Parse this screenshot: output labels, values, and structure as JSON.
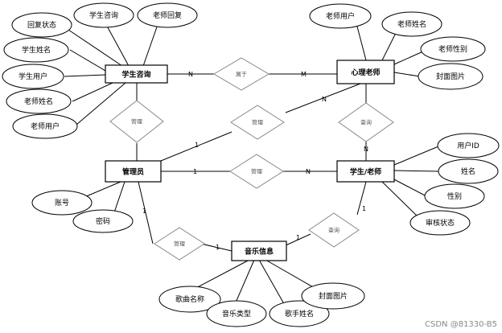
{
  "entities": {
    "consult": "学生咨询",
    "psych_teacher": "心理老师",
    "admin": "管理员",
    "student_teacher": "学生/老师",
    "music": "音乐信息"
  },
  "attributes": {
    "reply_status": "回复状态",
    "student_consult": "学生咨询",
    "teacher_reply": "老师回复",
    "student_name": "学生姓名",
    "student_user": "学生用户",
    "teacher_name_left": "老师姓名",
    "teacher_user_left": "老师用户",
    "teacher_user_right": "老师用户",
    "teacher_name_right": "老师姓名",
    "teacher_gender": "老师性别",
    "cover_image_right": "封面图片",
    "user_id": "用户ID",
    "name": "姓名",
    "gender": "性别",
    "review_status": "审核状态",
    "account": "账号",
    "password": "密码",
    "song_name": "歌曲名称",
    "music_type": "音乐类型",
    "singer_name": "歌手姓名",
    "cover_image_music": "封面图片"
  },
  "relationships": {
    "belongs_to": "属于",
    "manage_consult": "管理",
    "manage_teacher": "管理",
    "manage_student": "管理",
    "query_teacher": "查询",
    "manage_music": "管理",
    "query_music": "查询"
  },
  "cardinalities": {
    "consult_belongs": "N",
    "belongs_teacher": "M",
    "admin_teacher": "1",
    "teacher_query": "N",
    "query_student": "N",
    "admin_manage": "1",
    "manage_student": "N",
    "admin_music": "1",
    "music_manage": "1",
    "music_query": "1",
    "query_student_music": "1"
  },
  "watermark": "CSDN @81330-B5"
}
